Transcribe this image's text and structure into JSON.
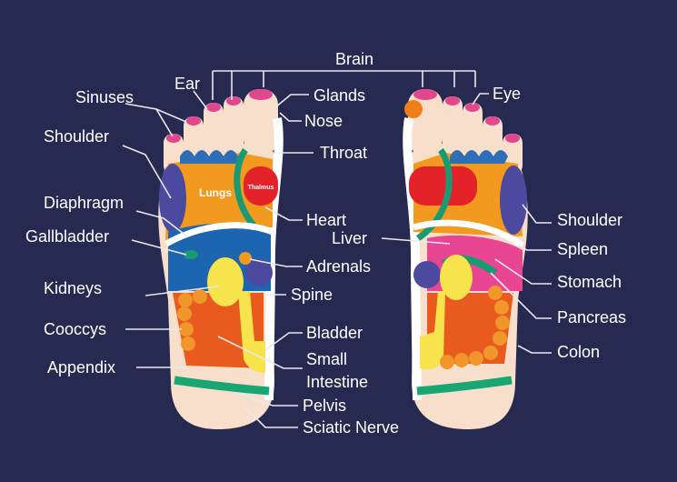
{
  "title": "Brain",
  "organ_labels": {
    "lungs": "Lungs",
    "thalmus": "Thalmus"
  },
  "left_labels": {
    "ear": "Ear",
    "sinuses": "Sinuses",
    "shoulder": "Shoulder",
    "diaphragm": "Diaphragm",
    "gallbladder": "Gallbladder",
    "kidneys": "Kidneys",
    "cooccys": "Cooccys",
    "appendix": "Appendix"
  },
  "center_labels": {
    "glands": "Glands",
    "nose": "Nose",
    "throat": "Throat",
    "heart": "Heart",
    "liver": "Liver",
    "adrenals": "Adrenals",
    "spine": "Spine",
    "bladder": "Bladder",
    "small": "Small",
    "intestine": "Intestine",
    "pelvis": "Pelvis",
    "sciatic_nerve": "Sciatic Nerve"
  },
  "right_labels": {
    "eye": "Eye",
    "shoulder": "Shoulder",
    "spleen": "Spleen",
    "stomach": "Stomach",
    "pancreas": "Pancreas",
    "colon": "Colon"
  },
  "colors": {
    "background": "#262a50",
    "skin": "#f8dfcb",
    "orange": "#f29a1f",
    "blue": "#1d65b0",
    "red": "#e3222a",
    "green": "#1a9a72",
    "purple": "#4b4a9e",
    "yellow": "#f7e34b",
    "pink": "#e84593",
    "intestine": "#e85a1e"
  }
}
